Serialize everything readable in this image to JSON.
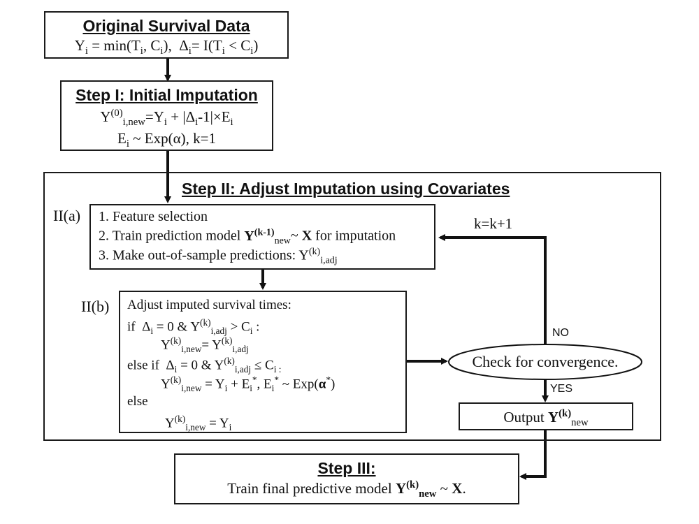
{
  "original": {
    "title": "Original Survival Data",
    "formula": "Yi = min(Ti, Ci), Δi= I(Ti < Ci)"
  },
  "step1": {
    "title": "Step I: Initial Imputation",
    "line1": "Y(0)i,new=Yi + |Δi-1|×Ei",
    "line2": "Ei ~ Exp(α), k=1"
  },
  "step2": {
    "title": "Step II: Adjust Imputation using Covariates",
    "a_label": "II(a)",
    "a_items": [
      "1. Feature selection",
      "2. Train prediction model Y(k-1)new~ X for imputation",
      "3. Make out-of-sample predictions: Y(k)i,adj"
    ],
    "b_label": "II(b)",
    "b_lines": [
      "Adjust imputed survival times:",
      "if Δi = 0 & Y(k)i,adj > Ci :",
      "Y(k)i,new= Y(k)i,adj",
      "else if Δi = 0 & Y(k)i,adj ≤ Ci :",
      "Y(k)i,new = Yi + Ei*, Ei* ~ Exp(α*)",
      "else",
      "Y(k)i,new = Yi"
    ],
    "loop_label": "k=k+1",
    "no_label": "NO",
    "yes_label": "YES",
    "check": "Check for convergence.",
    "output": "Output Y(k)new"
  },
  "step3": {
    "title": "Step III:",
    "text": "Train final predictive model Y(k)new ~ X."
  }
}
